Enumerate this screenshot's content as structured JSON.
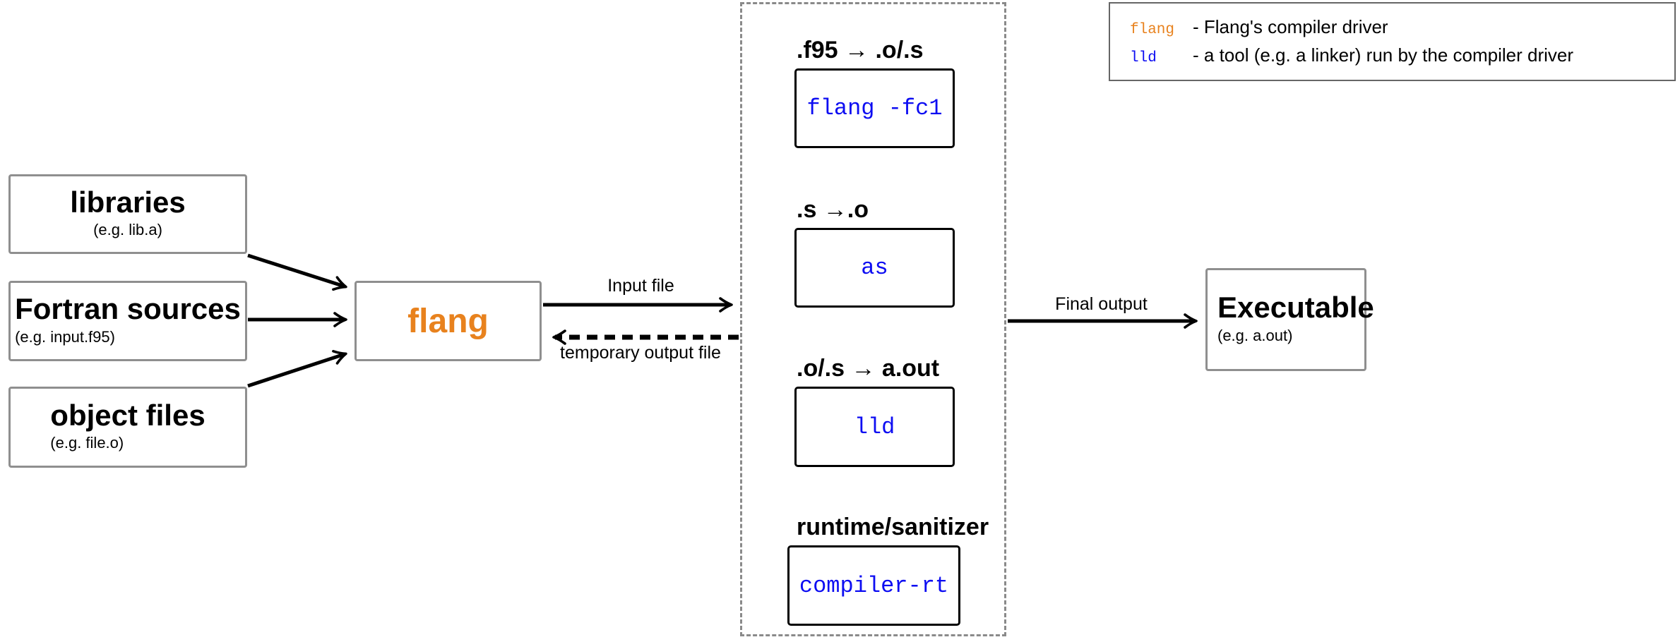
{
  "legend": {
    "items": [
      {
        "term": "flang",
        "description": "- Flang's compiler driver"
      },
      {
        "term": "lld",
        "description": "- a tool (e.g. a linker) run by the compiler driver"
      }
    ]
  },
  "input_boxes": [
    {
      "title": "libraries",
      "example": "(e.g. lib.a)"
    },
    {
      "title": "Fortran sources",
      "example": "(e.g. input.f95)"
    },
    {
      "title": "object files",
      "example": "(e.g. file.o)"
    }
  ],
  "driver": {
    "label": "flang"
  },
  "edge_labels": {
    "input_file": "Input file",
    "temporary_output": "temporary output file",
    "final_output": "Final output"
  },
  "tools": [
    {
      "title": ".f95 → .o/.s",
      "command": "flang -fc1"
    },
    {
      "title": ".s →.o",
      "command": "as"
    },
    {
      "title": ".o/.s → a.out",
      "command": "lld"
    },
    {
      "title": "runtime/sanitizer",
      "command": "compiler-rt"
    }
  ],
  "output_box": {
    "title": "Executable",
    "example": "(e.g. a.out)"
  },
  "colors": {
    "driver_orange": "#E8821E",
    "tool_blue": "#0D0DF2",
    "box_border_gray": "#8F8F8F"
  }
}
